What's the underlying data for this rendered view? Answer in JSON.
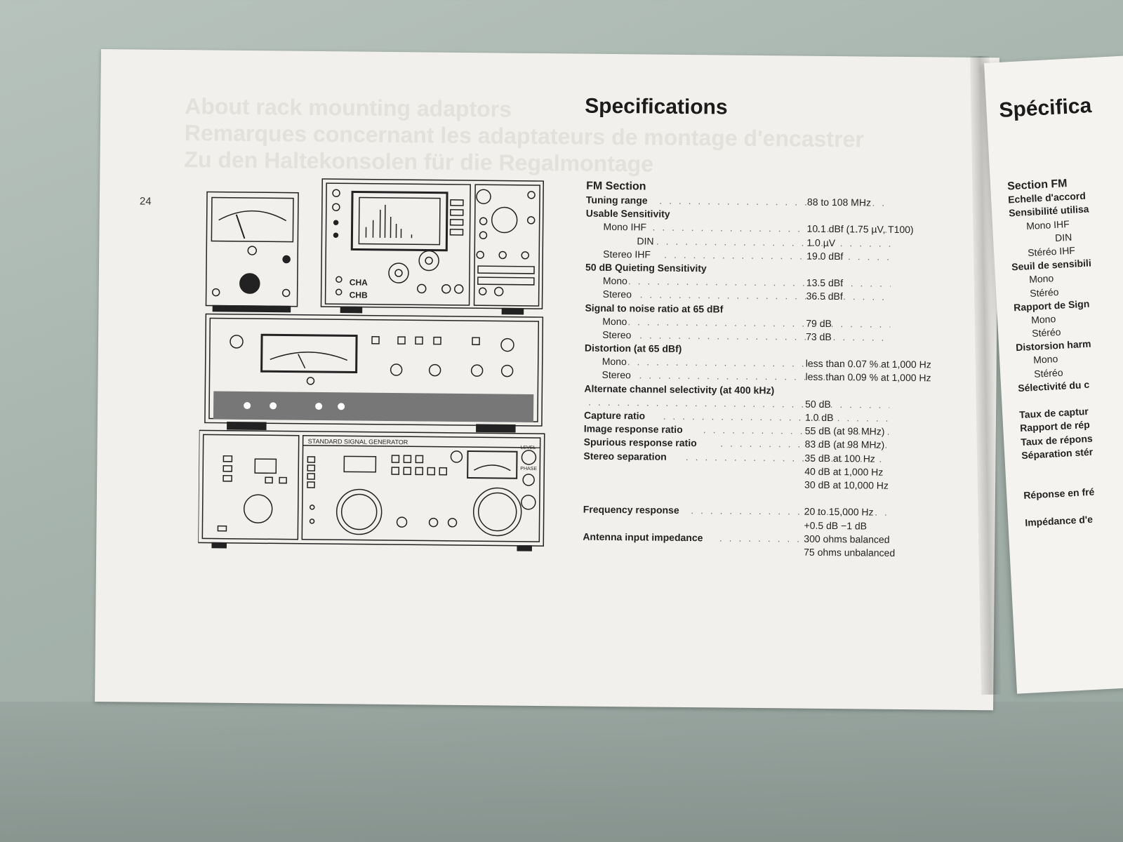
{
  "left_page": {
    "page_number": "24",
    "title": "Specifications",
    "ghost_text": [
      "About rack mounting adaptors",
      "Remarques concernant les adaptateurs de montage d'encastrer",
      "Zu den Haltekonsolen für die Regalmontage"
    ],
    "illustration": {
      "labels": {
        "cha": "CHA",
        "chb": "CHB",
        "signal_generator": "STANDARD SIGNAL GENERATOR",
        "level": "LEVEL",
        "phase": "PHASE"
      }
    },
    "specs": {
      "section_title": "FM Section",
      "rows": [
        {
          "label": "Tuning range",
          "value": "88 to 108 MHz",
          "level": "head",
          "dots": true
        },
        {
          "label": "Usable Sensitivity",
          "value": "",
          "level": "head",
          "dots": false
        },
        {
          "label": "Mono IHF",
          "value": "10.1 dBf (1.75 µV, T100)",
          "level": "l1",
          "dots": true
        },
        {
          "label": "DIN",
          "value": "1.0 µV",
          "level": "l2",
          "dots": true
        },
        {
          "label": "Stereo IHF",
          "value": "19.0 dBf",
          "level": "l1",
          "dots": true
        },
        {
          "label": "50 dB Quieting Sensitivity",
          "value": "",
          "level": "head",
          "dots": false
        },
        {
          "label": "Mono",
          "value": "13.5 dBf",
          "level": "l1",
          "dots": true
        },
        {
          "label": "Stereo",
          "value": "36.5 dBf",
          "level": "l1",
          "dots": true
        },
        {
          "label": "Signal to noise ratio at 65 dBf",
          "value": "",
          "level": "head",
          "dots": false
        },
        {
          "label": "Mono",
          "value": "79 dB",
          "level": "l1",
          "dots": true
        },
        {
          "label": "Stereo",
          "value": "73 dB",
          "level": "l1",
          "dots": true
        },
        {
          "label": "Distortion (at 65 dBf)",
          "value": "",
          "level": "head",
          "dots": false
        },
        {
          "label": "Mono",
          "value": "less than 0.07 % at 1,000 Hz",
          "level": "l1",
          "dots": true
        },
        {
          "label": "Stereo",
          "value": "less than 0.09 % at 1,000 Hz",
          "level": "l1",
          "dots": true
        },
        {
          "label": "Alternate channel selectivity (at 400 kHz)",
          "value": "",
          "level": "head",
          "dots": false
        },
        {
          "label": "",
          "value": "50 dB",
          "level": "head",
          "dots": true
        },
        {
          "label": "Capture ratio",
          "value": "1.0 dB",
          "level": "head",
          "dots": true
        },
        {
          "label": "Image response ratio",
          "value": "55 dB (at 98 MHz)",
          "level": "head",
          "dots": true
        },
        {
          "label": "Spurious response ratio",
          "value": "83 dB (at 98 MHz)",
          "level": "head",
          "dots": true
        },
        {
          "label": "Stereo separation",
          "value": "35 dB at 100 Hz",
          "level": "head",
          "dots": true
        },
        {
          "label": "",
          "value": "40 dB at 1,000 Hz",
          "level": "head",
          "dots": false
        },
        {
          "label": "",
          "value": "30 dB at 10,000 Hz",
          "level": "head",
          "dots": false
        },
        {
          "label": "",
          "value": "",
          "level": "head",
          "dots": false
        },
        {
          "label": "Frequency response",
          "value": "20 to 15,000 Hz",
          "level": "head",
          "dots": true
        },
        {
          "label": "",
          "value": "+0.5 dB −1 dB",
          "level": "head",
          "dots": false
        },
        {
          "label": "Antenna input impedance",
          "value": "300 ohms balanced",
          "level": "head",
          "dots": true
        },
        {
          "label": "",
          "value": "75 ohms unbalanced",
          "level": "head",
          "dots": false
        }
      ]
    }
  },
  "right_page": {
    "title": "Spécifica",
    "items": [
      {
        "text": "Section FM",
        "style": "sec"
      },
      {
        "text": "Echelle d'accord",
        "style": "b"
      },
      {
        "text": "Sensibilité utilisa",
        "style": "b"
      },
      {
        "text": "Mono IHF",
        "style": "i"
      },
      {
        "text": "DIN",
        "style": "ii"
      },
      {
        "text": "Stéréo IHF",
        "style": "i"
      },
      {
        "text": "Seuil de sensibili",
        "style": "b"
      },
      {
        "text": "Mono",
        "style": "i"
      },
      {
        "text": "Stéréo",
        "style": "i"
      },
      {
        "text": "Rapport de Sign",
        "style": "b"
      },
      {
        "text": "Mono",
        "style": "i"
      },
      {
        "text": "Stéréo",
        "style": "i"
      },
      {
        "text": "Distorsion harm",
        "style": "b"
      },
      {
        "text": "Mono",
        "style": "i"
      },
      {
        "text": "Stéréo",
        "style": "i"
      },
      {
        "text": "Sélectivité du c",
        "style": "b"
      },
      {
        "text": "",
        "style": "b"
      },
      {
        "text": "Taux de captur",
        "style": "b"
      },
      {
        "text": "Rapport de rép",
        "style": "b"
      },
      {
        "text": "Taux de répons",
        "style": "b"
      },
      {
        "text": "Séparation stér",
        "style": "b"
      },
      {
        "text": "",
        "style": "b"
      },
      {
        "text": "",
        "style": "b"
      },
      {
        "text": "Réponse en fré",
        "style": "b"
      },
      {
        "text": "",
        "style": "b"
      },
      {
        "text": "Impédance d'e",
        "style": "b"
      }
    ]
  }
}
